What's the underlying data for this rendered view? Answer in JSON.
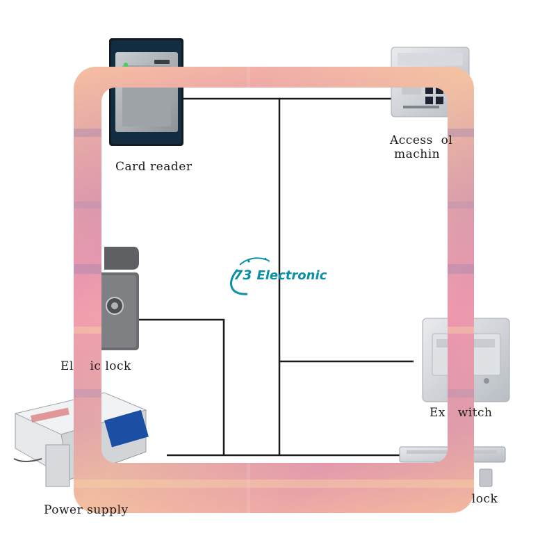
{
  "logo": {
    "number": "73",
    "word": "Electronic",
    "color": "#0a8fa6"
  },
  "devices": {
    "card_reader": {
      "label": "Card reader",
      "icon": "card-reader-icon"
    },
    "access_control": {
      "label_line1": "Access  ol",
      "label_line2": "machin",
      "icon": "keypad-icon"
    },
    "electric_lock": {
      "label": "El    ic lock",
      "icon": "electric-lock-icon"
    },
    "exit_switch": {
      "label": "Ex   witch",
      "icon": "exit-switch-icon"
    },
    "power_supply": {
      "label": "Power supply",
      "icon": "power-supply-icon"
    },
    "magnetic_lock": {
      "label": "  lock",
      "icon": "magnetic-lock-icon"
    }
  },
  "colors": {
    "wire": "#1a1a1a",
    "frame_pink": "#f2a3ae",
    "frame_orange": "#f6c09a",
    "frame_purple": "#b98bb0"
  }
}
